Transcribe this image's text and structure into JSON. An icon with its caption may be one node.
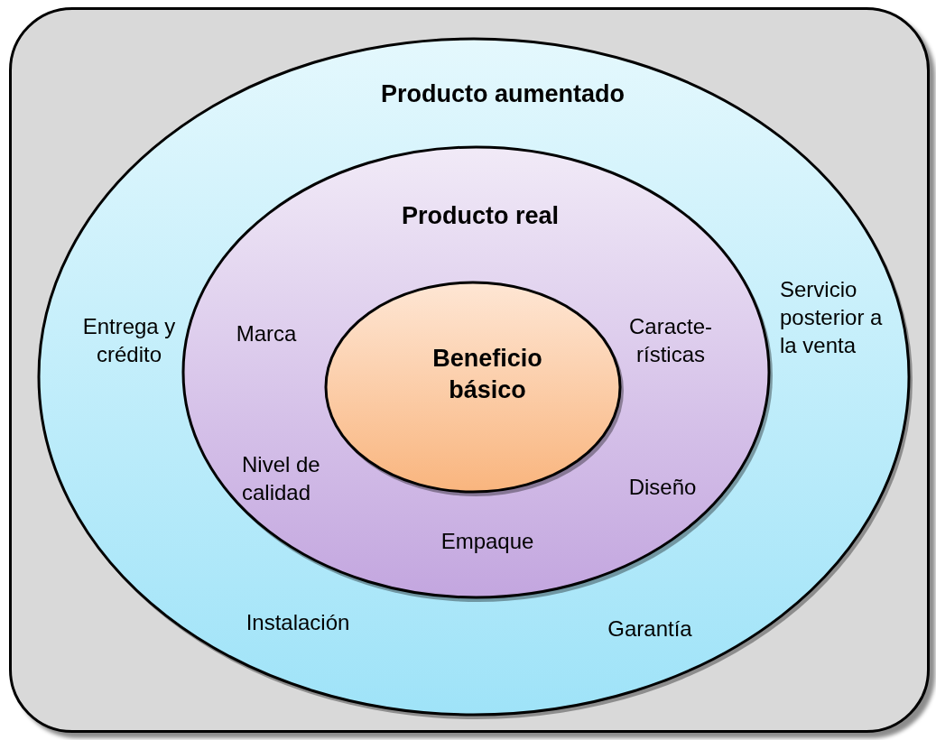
{
  "diagram": {
    "nodes": [
      {
        "text": [
          "Producto aumentado",
          "Entrega y crédito",
          "Servicio posterior a la venta",
          "Instalación",
          "Garantía"
        ]
      },
      {
        "text": [
          "Producto real",
          "Marca",
          "Caracte- rísticas",
          "Nivel de calidad",
          "Diseño",
          "Empaque"
        ],
        "in": 0
      },
      {
        "text": [
          "Beneficio básico"
        ],
        "in": 1
      }
    ],
    "edges": []
  }
}
